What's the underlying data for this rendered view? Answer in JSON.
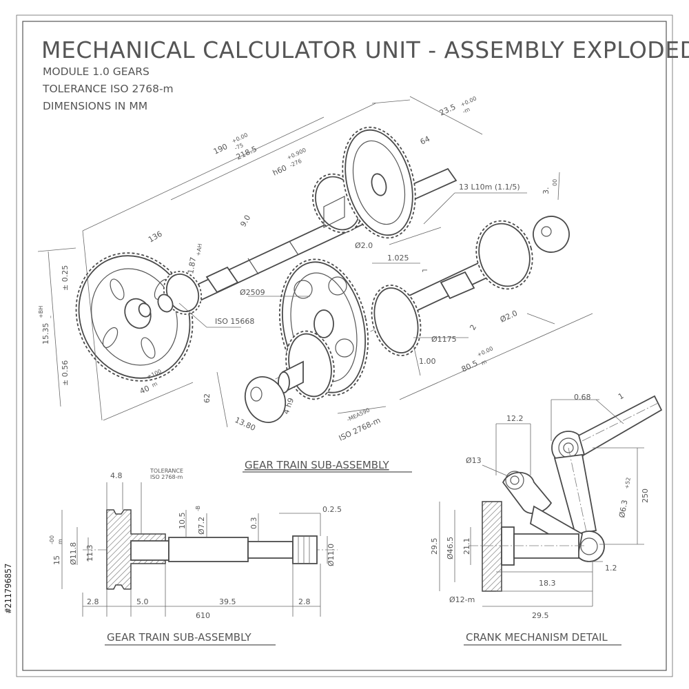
{
  "title": "MECHANICAL CALCULATOR UNIT - ASSEMBLY EXPLODED VIEW",
  "notes": [
    "MODULE 1.0 GEARS",
    "TOLERANCE ISO 2768-m",
    "DIMENSIONS IN MM"
  ],
  "captions": {
    "gear_train_iso": "GEAR TRAIN SUB-ASSEMBLY",
    "gear_train_section": "GEAR TRAIN SUB-ASSEMBLY",
    "crank": "CRANK MECHANISM DETAIL"
  },
  "watermark_id": "#211796857",
  "exploded_dims": {
    "d190": "190",
    "d190_tol": "+0.00",
    "d190_tol2": "-75",
    "d218": "218.5",
    "h60": "h60",
    "h60_tol": "+0.900",
    "h60_tol2": "-276",
    "d235": "23.5",
    "d235_tol": "+0.00",
    "d235_tol2": "-m",
    "d64": "64",
    "d13": "13 L10m (1.1/5)",
    "d3": "3.",
    "d3_tol": "00",
    "d90": "9.0",
    "d136": "136",
    "d187": "1.87",
    "d187_tol": "+AH",
    "phi20a": "Ø2.0",
    "d1025": "1.025",
    "d15": "15.35",
    "d15_tol": "+BH",
    "d15_sub": "–",
    "d025": "± 0.25",
    "d056": "± 0.56",
    "d40": "40",
    "d40_tol": "±100",
    "d40_sub": "m",
    "iso15668": "ISO 15668",
    "phi2509": "Ø2509",
    "phi1175": "Ø1175",
    "d2": "2",
    "phi20b": "Ø2.0",
    "d100": "1.00",
    "d805": "80.5",
    "d805_tol": "+0.00",
    "d805_sub": "m",
    "d62": "62",
    "d1380": "13.80",
    "d4h": "4 h9",
    "iso2768": "ISO 2768-m",
    "iso2768_tol": "-MEA590",
    "flag": "⌐"
  },
  "section_dims": {
    "d48": "4.8",
    "tol_note_1": "TOLERANCE",
    "tol_note_2": "ISO 2768-m",
    "d15": "15",
    "d15_tol": "-00",
    "d15_sub": "m",
    "phi118": "Ø11.8",
    "d113": "11.3",
    "d105": "10.5",
    "phi972": "Ø7.2",
    "phi972_tol": "-B",
    "d03": "0.3",
    "d025": "0.2.5",
    "phi110": "Ø11.0",
    "d28a": "2.8",
    "d50": "5.0",
    "d395": "39.5",
    "d28b": "2.8",
    "d610": "610"
  },
  "crank_dims": {
    "d068": "0.68",
    "d1": "1",
    "d122": "12.2",
    "phi13": "Ø13",
    "phi63": "Ø6.3",
    "phi63_tol": "+52",
    "d250": "250",
    "d295a": "29.5",
    "phi465": "Ø46.5",
    "d211": "21.1",
    "d12": "1.2",
    "d183": "18.3",
    "phi12m": "Ø12-m",
    "d295b": "29.5"
  }
}
